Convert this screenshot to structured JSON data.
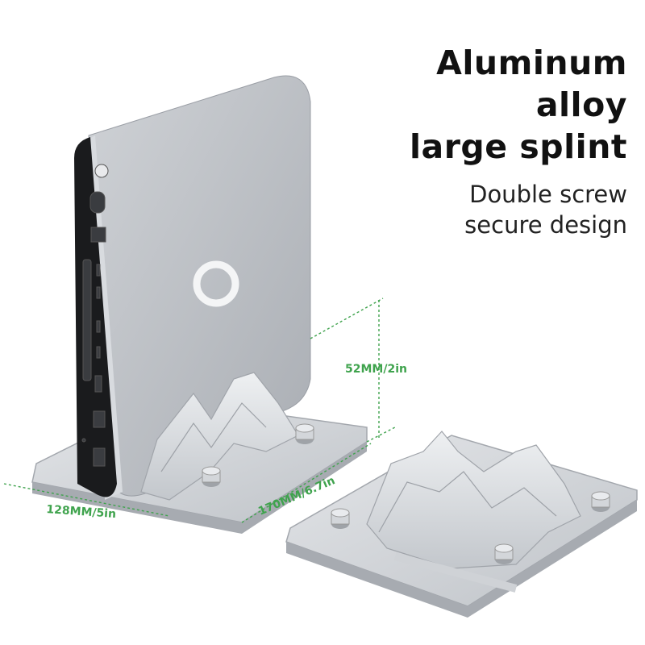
{
  "headline": {
    "line1": "Aluminum",
    "line2": "alloy",
    "line3": "large splint"
  },
  "subheadline": {
    "line1": "Double screw",
    "line2": "secure design"
  },
  "dimensions": {
    "height": "52MM/2in",
    "width": "128MM/5in",
    "length": "170MM/6.7in"
  },
  "colors": {
    "accent": "#3fa34d",
    "text": "#111111",
    "aluminum": "#c9ccd0",
    "device_body": "#b6bac0",
    "device_front": "#1a1b1d"
  }
}
